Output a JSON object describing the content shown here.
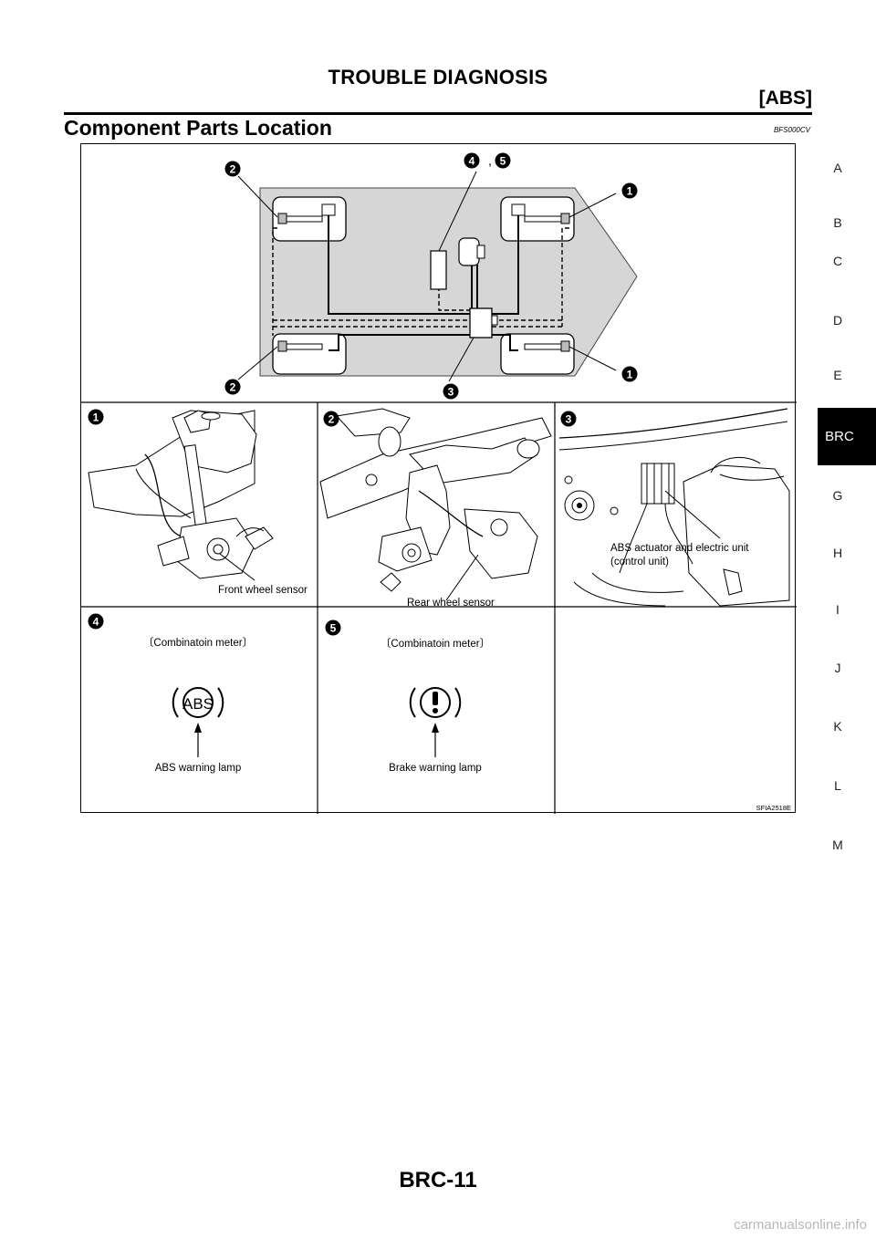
{
  "header": {
    "title": "TROUBLE DIAGNOSIS",
    "subtitle": "[ABS]"
  },
  "section": {
    "title": "Component Parts Location",
    "code": "BFS000CV"
  },
  "figure": {
    "callout_separator": ",",
    "callouts": {
      "c1": "1",
      "c2": "2",
      "c3": "3",
      "c4": "4",
      "c5": "5"
    },
    "labels": {
      "front_wheel_sensor": "Front wheel sensor",
      "rear_wheel_sensor": "Rear wheel sensor",
      "abs_actuator_line1": "ABS actuator and electric unit",
      "abs_actuator_line2": "(control unit)",
      "combination_meter_4": "〔Combinatoin meter〕",
      "combination_meter_5": "〔Combinatoin meter〕",
      "abs_lamp_symbol": "ABS",
      "abs_warning_lamp": "ABS warning lamp",
      "brake_warning_lamp": "Brake warning lamp",
      "figure_id": "SFIA2518E"
    }
  },
  "side_index": {
    "letters": [
      "A",
      "B",
      "C",
      "D",
      "E",
      "BRC",
      "G",
      "H",
      "I",
      "J",
      "K",
      "L",
      "M"
    ],
    "active": "BRC"
  },
  "footer": {
    "page": "BRC-11",
    "site": "carmanualsonline.info"
  }
}
